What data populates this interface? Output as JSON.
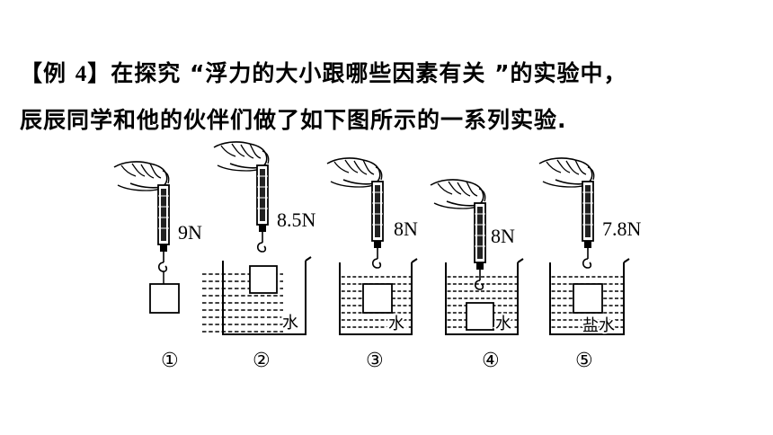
{
  "problem": {
    "line1_bracket_open": "【",
    "line1_label": "例",
    "line1_number": "4",
    "line1_bracket_close": "】",
    "line1_text": "在探究 “浮力的大小跟哪些因素有关 ”的实验中，",
    "line2_text": "辰辰同学和他的伙伴们做了如下图所示的一系列实验."
  },
  "figure": {
    "panels": [
      {
        "reading": "9N",
        "liquid": "",
        "index": "①"
      },
      {
        "reading": "8.5N",
        "liquid": "水",
        "index": "②"
      },
      {
        "reading": "8N",
        "liquid": "水",
        "index": "③"
      },
      {
        "reading": "8N",
        "liquid": "水",
        "index": "④"
      },
      {
        "reading": "7.8N",
        "liquid": "盐水",
        "index": "⑤"
      }
    ]
  }
}
